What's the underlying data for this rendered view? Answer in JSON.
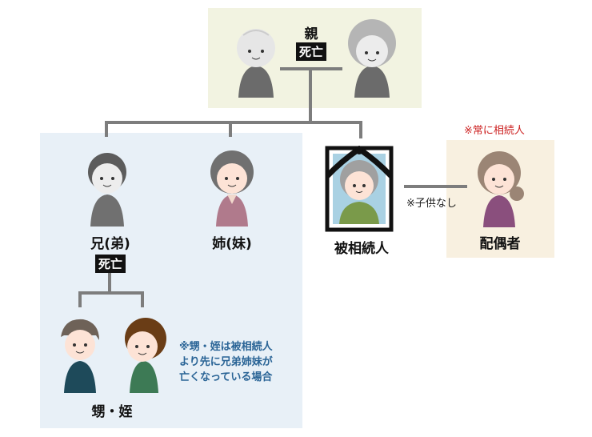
{
  "parents": {
    "label": "親",
    "status": "死亡"
  },
  "sibling_brother": {
    "label": "兄(弟)",
    "status": "死亡"
  },
  "sibling_sister": {
    "label": "姉(妹)"
  },
  "deceased": {
    "label": "被相続人"
  },
  "spouse": {
    "label": "配偶者",
    "note": "※常に相続人",
    "link_note": "※子供なし"
  },
  "nephew_niece": {
    "label": "甥・姪",
    "note_lines": [
      "※甥・姪は被相続人",
      "より先に兄弟姉妹が",
      "亡くなっている場合"
    ]
  },
  "colors": {
    "parents_bg": "#f2f3e1",
    "siblings_bg": "#e8f0f7",
    "spouse_bg": "#f8f0e0",
    "line": "#7d7d7d",
    "red_note": "#cc1f1f",
    "blue_note": "#2a6496"
  }
}
